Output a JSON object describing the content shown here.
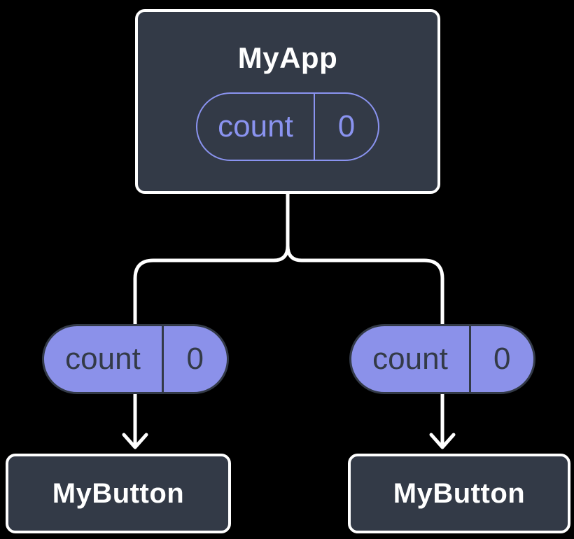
{
  "colors": {
    "background": "#000000",
    "box_fill": "#333a47",
    "box_border": "#ffffff",
    "title_text": "#ffffff",
    "pill_fill": "#8b91ea",
    "pill_outline": "#8a93f0",
    "pill_dark": "#333a47",
    "connector": "#ffffff"
  },
  "root": {
    "title": "MyApp",
    "state": {
      "name": "count",
      "value": "0"
    }
  },
  "children": [
    {
      "title": "MyButton",
      "prop": {
        "name": "count",
        "value": "0"
      }
    },
    {
      "title": "MyButton",
      "prop": {
        "name": "count",
        "value": "0"
      }
    }
  ]
}
